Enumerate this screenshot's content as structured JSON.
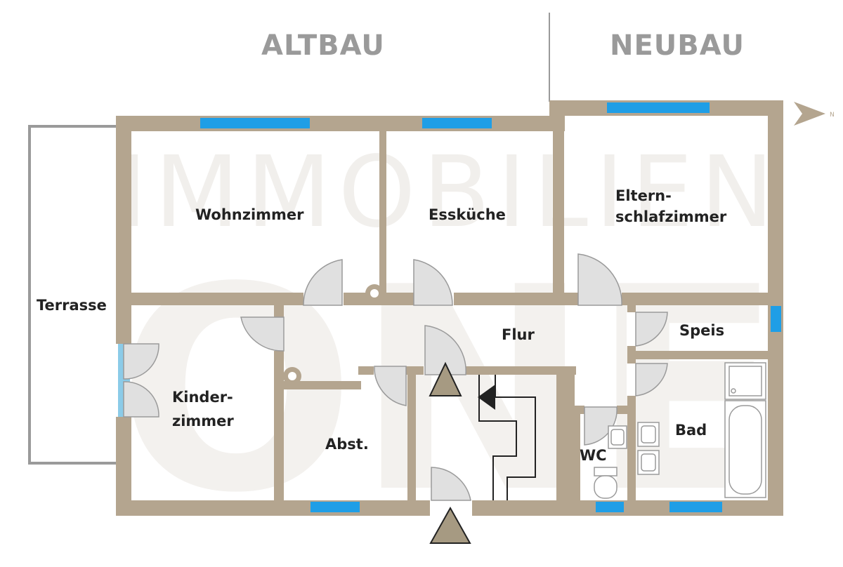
{
  "headers": {
    "altbau": "ALTBAU",
    "neubau": "NEUBAU"
  },
  "compass": {
    "label": "N",
    "icon": "north-arrow-icon"
  },
  "watermark": {
    "line1": "IMMOBILIEN",
    "line2": "ONE"
  },
  "rooms": {
    "wohnzimmer": "Wohnzimmer",
    "esskueche": "Essküche",
    "eltern_line1": "Eltern-",
    "eltern_line2": "schlafzimmer",
    "terrasse": "Terrasse",
    "flur": "Flur",
    "speis": "Speis",
    "kinder_line1": "Kinder-",
    "kinder_line2": "zimmer",
    "abst": "Abst.",
    "bad": "Bad",
    "wc": "WC"
  },
  "colors": {
    "wall": "#b4a58f",
    "window": "#1f9ee6",
    "header_text": "#9a9a9a",
    "room_text": "#222222",
    "door_fill": "#e0e0e0"
  }
}
